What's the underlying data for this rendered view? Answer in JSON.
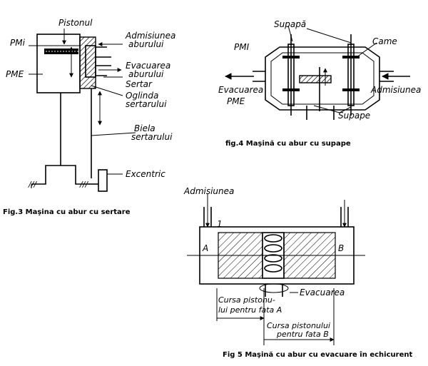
{
  "fig3": {
    "pistonul": "Pistonul",
    "pmi": "PMi",
    "pme": "PME",
    "admisiunea_1": "Admisiunea",
    "admisiunea_2": "aburului",
    "evacuarea_1": "Evacuarea",
    "evacuarea_2": "aburului",
    "sertar": "Sertar",
    "oglinda_1": "Oglinda",
    "oglinda_2": "sertarului",
    "biela_1": "Biela",
    "biela_2": "sertarului",
    "excentric": "Excentric",
    "caption": "Fig.3 Maşina cu abur cu sertare"
  },
  "fig4": {
    "supapa_top": "Supapă",
    "pmi": "PMI",
    "came": "Came",
    "evacuarea": "Evacuarea",
    "pme": "PME",
    "admisiunea": "Admisiunea",
    "supape": "Supape",
    "caption": "fig.4 Maşină cu abur cu supape"
  },
  "fig5": {
    "admisiunea": "Admisiunea",
    "label_a": "A",
    "label_b": "B",
    "label_1": "1",
    "evacuarea": "Evacuarea",
    "cursa_a_1": "Cursa pistonu-",
    "cursa_a_2": "lui pentru fata A",
    "cursa_b_1": "Cursa pistonului",
    "cursa_b_2": "pentru fata B",
    "caption": "Fig 5 Maşină cu abur cu evacuare în echicurent"
  }
}
